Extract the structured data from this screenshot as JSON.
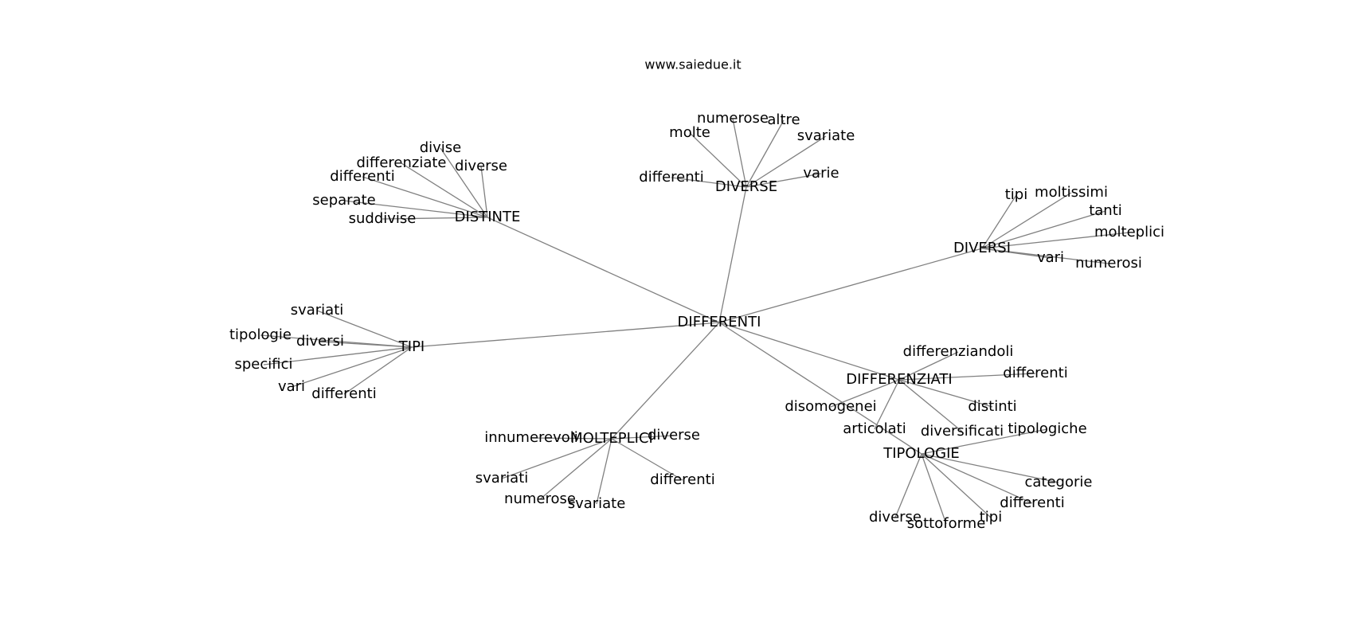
{
  "site": "www.saiedue.it",
  "graph": {
    "center": "DIFFERENTI",
    "groups": [
      {
        "hub": "DIVERSE",
        "leaves": [
          "differenti",
          "molte",
          "numerose",
          "altre",
          "svariate",
          "varie"
        ]
      },
      {
        "hub": "DISTINTE",
        "leaves": [
          "divise",
          "differenziate",
          "diverse",
          "differenti",
          "separate",
          "suddivise"
        ]
      },
      {
        "hub": "DIVERSI",
        "leaves": [
          "tipi",
          "moltissimi",
          "tanti",
          "molteplici",
          "vari",
          "numerosi"
        ]
      },
      {
        "hub": "TIPI",
        "leaves": [
          "svariati",
          "tipologie",
          "diversi",
          "specifici",
          "vari",
          "differenti"
        ]
      },
      {
        "hub": "DIFFERENZIATI",
        "leaves": [
          "differenziandoli",
          "differenti",
          "disomogenei",
          "distinti",
          "articolati",
          "diversificati"
        ]
      },
      {
        "hub": "MOLTEPLICI",
        "leaves": [
          "innumerevoli",
          "diverse",
          "svariati",
          "numerose",
          "svariate",
          "differenti"
        ]
      },
      {
        "hub": "TIPOLOGIE",
        "leaves": [
          "tipologiche",
          "categorie",
          "differenti",
          "diverse",
          "sottoforme",
          "tipi"
        ]
      }
    ]
  }
}
